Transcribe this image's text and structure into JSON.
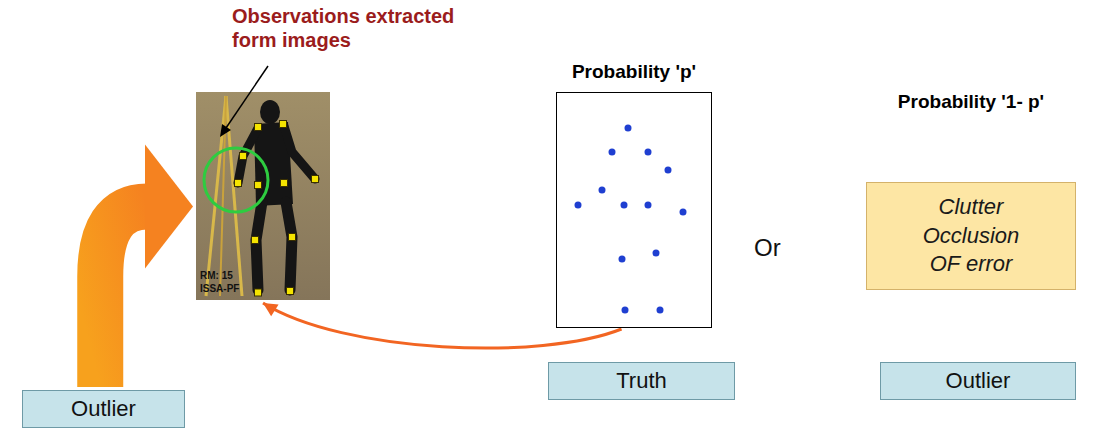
{
  "diagram": {
    "nodes": [
      {
        "text": [
          "RM: 15",
          "ISSA-PF"
        ]
      },
      {
        "text": [
          "Probability 'p'"
        ]
      },
      {
        "text": [
          "Probability '1- p'",
          "Clutter Occlusion OF error"
        ]
      },
      {
        "text": [
          "Outlier"
        ]
      },
      {
        "text": [
          "Truth"
        ]
      },
      {
        "text": [
          "Outlier"
        ]
      }
    ],
    "edges": [
      {
        "from": 3,
        "to": 0,
        "arrow": "to"
      },
      {
        "from": 1,
        "to": 0,
        "arrow": "to"
      }
    ],
    "labels": [
      "Observations extracted form images",
      "Or"
    ]
  }
}
